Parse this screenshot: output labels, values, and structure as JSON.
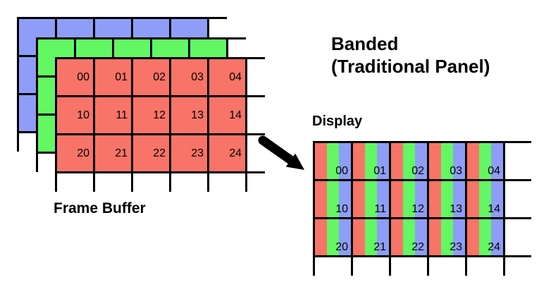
{
  "title": {
    "line1": "Banded",
    "line2": "(Traditional Panel)"
  },
  "frame_buffer": {
    "label": "Frame Buffer",
    "planes": [
      "blue",
      "green",
      "red"
    ],
    "cells": [
      "00",
      "01",
      "02",
      "03",
      "04",
      "10",
      "11",
      "12",
      "13",
      "14",
      "20",
      "21",
      "22",
      "23",
      "24"
    ]
  },
  "display": {
    "label": "Display",
    "stripe_order": [
      "red",
      "green",
      "blue"
    ],
    "cells": [
      "00",
      "01",
      "02",
      "03",
      "04",
      "10",
      "11",
      "12",
      "13",
      "14",
      "20",
      "21",
      "22",
      "23",
      "24"
    ]
  },
  "colors": {
    "red": "#f87468",
    "green": "#63f763",
    "blue": "#8e9df7",
    "line": "#000000",
    "background": "#ffffff"
  }
}
